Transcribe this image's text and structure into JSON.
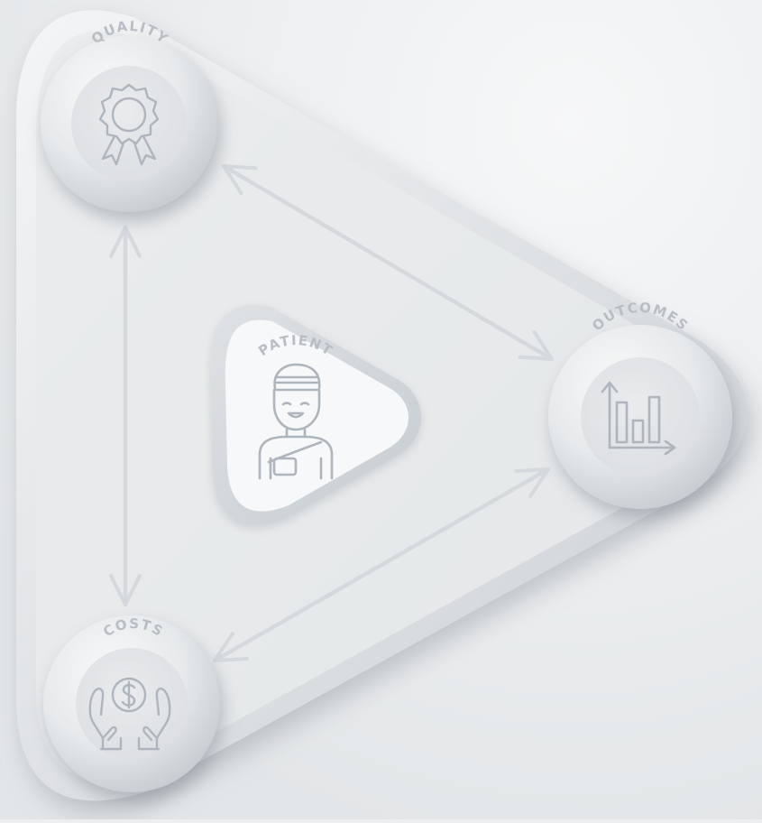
{
  "nodes": {
    "quality": {
      "label": "QUALITY",
      "icon": "award-badge-icon"
    },
    "outcomes": {
      "label": "OUTCOMES",
      "icon": "bar-chart-icon"
    },
    "costs": {
      "label": "COSTS",
      "icon": "hands-dollar-coin-icon"
    },
    "patient": {
      "label": "PATIENT",
      "icon": "injured-patient-icon"
    }
  },
  "links": [
    {
      "from": "quality",
      "to": "outcomes",
      "type": "bidirectional"
    },
    {
      "from": "quality",
      "to": "costs",
      "type": "bidirectional"
    },
    {
      "from": "costs",
      "to": "outcomes",
      "type": "bidirectional"
    }
  ],
  "colors": {
    "background": "#eceeef",
    "surface": "#e6e8ea",
    "arrow": "#d5d9dd",
    "label": "#b8bec4",
    "icon": "#aeb5bc",
    "patient_fill": "#f7f8f9"
  }
}
